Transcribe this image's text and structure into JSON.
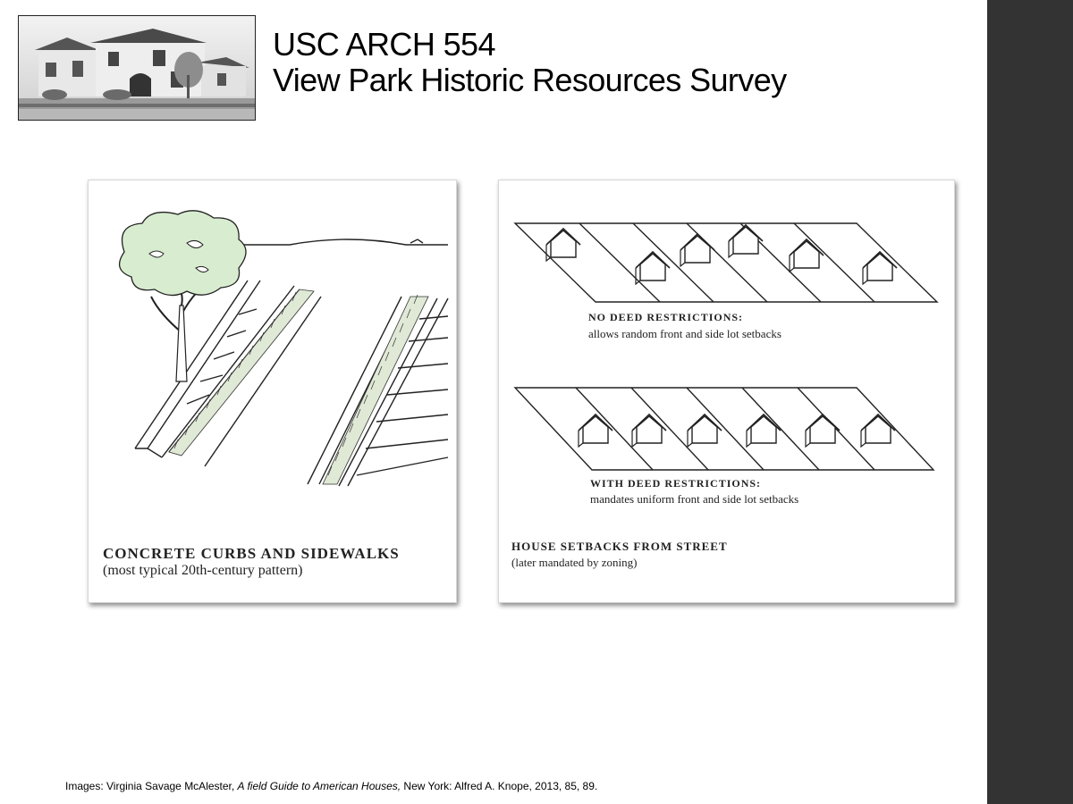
{
  "header": {
    "course": "USC ARCH 554",
    "title": "View Park Historic Resources Survey"
  },
  "panels": {
    "left": {
      "caption_title": "CONCRETE CURBS AND SIDEWALKS",
      "caption_sub": "(most typical 20th-century pattern)"
    },
    "right": {
      "label_top_title": "NO DEED RESTRICTIONS:",
      "label_top_sub": "allows random front and side lot setbacks",
      "label_bottom_title": "WITH DEED RESTRICTIONS:",
      "label_bottom_sub": "mandates uniform front and side lot setbacks",
      "caption_title": "HOUSE SETBACKS FROM STREET",
      "caption_sub": "(later mandated by zoning)"
    }
  },
  "footer": {
    "credit_prefix": "Images: Virginia Savage McAlester, ",
    "credit_title": "A field Guide to American Houses,",
    "credit_suffix": " New York: Alfred A. Knope, 2013, 85, 89."
  },
  "colors": {
    "sidebar": "#333333",
    "foliage": "#d8ecd0",
    "ink": "#222222"
  }
}
